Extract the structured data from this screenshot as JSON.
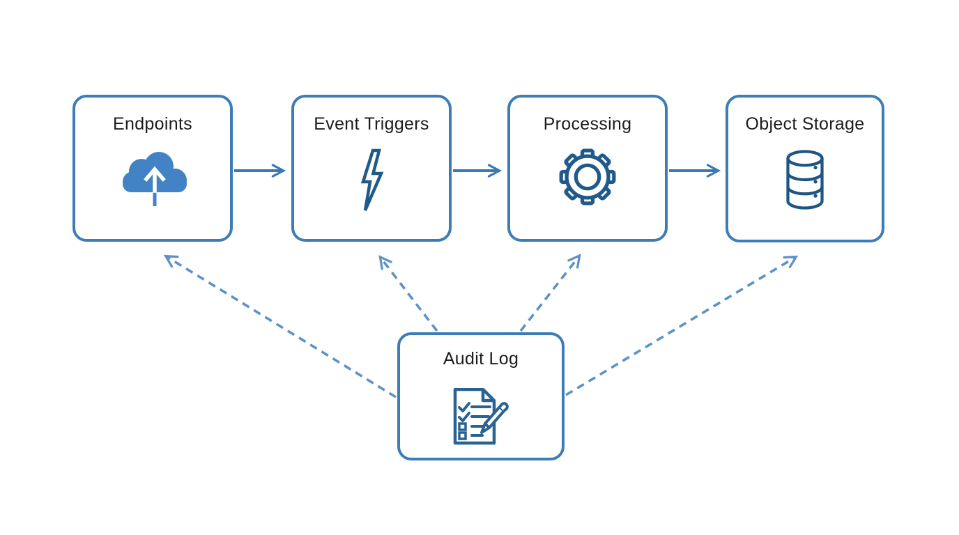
{
  "diagram": {
    "type": "flow-diagram",
    "background": "#ffffff",
    "nodes": [
      {
        "id": "endpoints",
        "label": "Endpoints",
        "icon": "cloud-upload-icon"
      },
      {
        "id": "event-triggers",
        "label": "Event Triggers",
        "icon": "lightning-bolt-icon"
      },
      {
        "id": "processing",
        "label": "Processing",
        "icon": "gear-icon"
      },
      {
        "id": "object-storage",
        "label": "Object Storage",
        "icon": "database-icon"
      },
      {
        "id": "audit-log",
        "label": "Audit Log",
        "icon": "checklist-pencil-icon"
      }
    ],
    "edges": [
      {
        "from": "endpoints",
        "to": "event-triggers",
        "style": "solid",
        "direction": "right"
      },
      {
        "from": "event-triggers",
        "to": "processing",
        "style": "solid",
        "direction": "right"
      },
      {
        "from": "processing",
        "to": "object-storage",
        "style": "solid",
        "direction": "right"
      },
      {
        "from": "audit-log",
        "to": "endpoints",
        "style": "dashed",
        "direction": "up-left"
      },
      {
        "from": "audit-log",
        "to": "event-triggers",
        "style": "dashed",
        "direction": "up-left"
      },
      {
        "from": "audit-log",
        "to": "processing",
        "style": "dashed",
        "direction": "up-right"
      },
      {
        "from": "audit-log",
        "to": "object-storage",
        "style": "dashed",
        "direction": "up-right"
      }
    ],
    "colors": {
      "box_border": "#3c7db8",
      "solid_arrow": "#3a79b5",
      "dashed_arrow": "#5d92c8",
      "icon_stroke": "#215a8a",
      "cloud_fill": "#4183c4",
      "label_text": "#1c1c1e"
    }
  }
}
